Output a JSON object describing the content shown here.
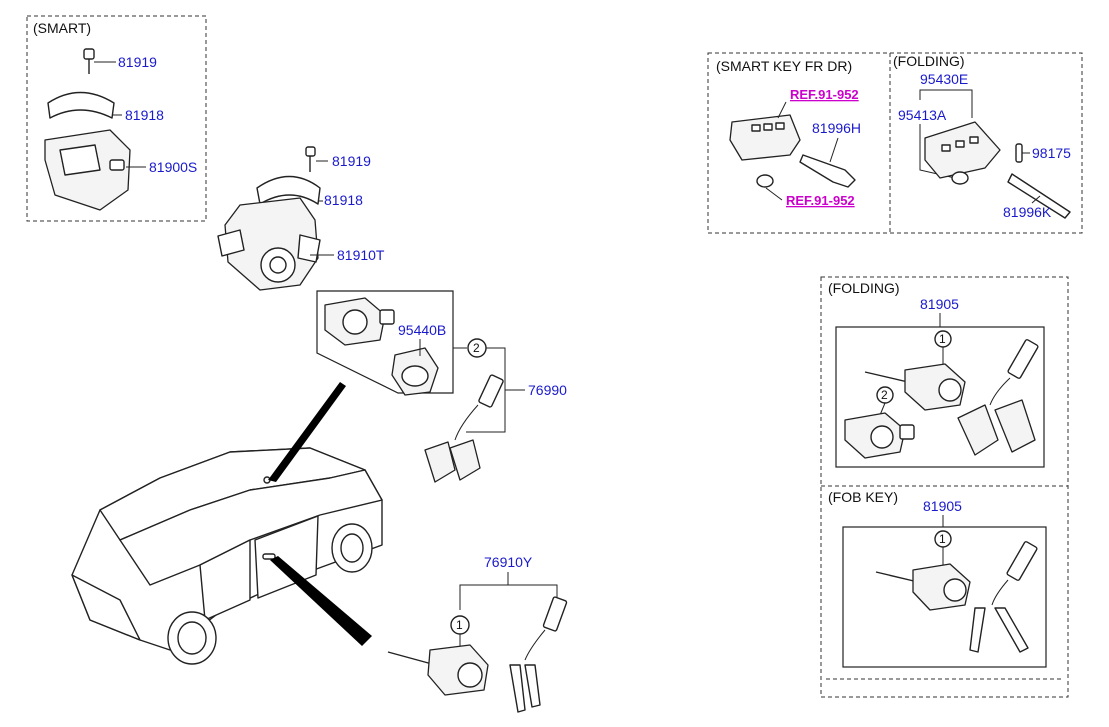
{
  "groups": {
    "smart": "(SMART)",
    "smart_key_fr_dr": "(SMART KEY FR DR)",
    "folding_top": "(FOLDING)",
    "folding_right": "(FOLDING)",
    "fob_key": "(FOB KEY)"
  },
  "part_numbers": {
    "p81919_a": "81919",
    "p81918_a": "81918",
    "p81900S": "81900S",
    "p81919_b": "81919",
    "p81918_b": "81918",
    "p81910T": "81910T",
    "p95440B": "95440B",
    "p76990": "76990",
    "p76910Y": "76910Y",
    "p81996H": "81996H",
    "p95430E": "95430E",
    "p95413A": "95413A",
    "p98175": "98175",
    "p81996K": "81996K",
    "p81905_a": "81905",
    "p81905_b": "81905"
  },
  "references": {
    "ref_a": "REF.91-952",
    "ref_b": "REF.91-952"
  },
  "callouts": {
    "c2_main": "2",
    "c1_main": "1",
    "c1_folding": "1",
    "c2_folding": "2",
    "c1_fob": "1"
  }
}
